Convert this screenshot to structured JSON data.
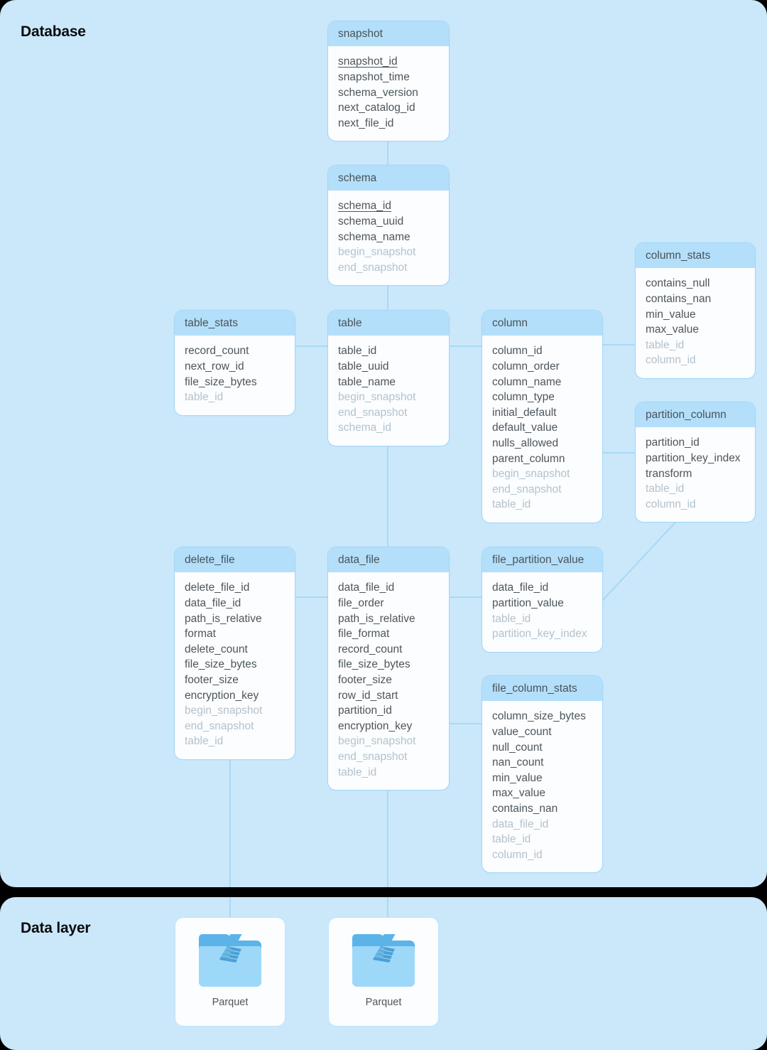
{
  "sections": [
    {
      "id": "database",
      "title": "Database"
    },
    {
      "id": "datalayer",
      "title": "Data layer"
    }
  ],
  "entities": {
    "snapshot": {
      "name": "snapshot",
      "fields": [
        {
          "name": "snapshot_id",
          "kind": "pk"
        },
        {
          "name": "snapshot_time",
          "kind": "attr"
        },
        {
          "name": "schema_version",
          "kind": "attr"
        },
        {
          "name": "next_catalog_id",
          "kind": "attr"
        },
        {
          "name": "next_file_id",
          "kind": "attr"
        }
      ]
    },
    "schema": {
      "name": "schema",
      "fields": [
        {
          "name": "schema_id",
          "kind": "pk"
        },
        {
          "name": "schema_uuid",
          "kind": "attr"
        },
        {
          "name": "schema_name",
          "kind": "attr"
        },
        {
          "name": "begin_snapshot",
          "kind": "fk"
        },
        {
          "name": "end_snapshot",
          "kind": "fk"
        }
      ]
    },
    "table_stats": {
      "name": "table_stats",
      "fields": [
        {
          "name": "record_count",
          "kind": "attr"
        },
        {
          "name": "next_row_id",
          "kind": "attr"
        },
        {
          "name": "file_size_bytes",
          "kind": "attr"
        },
        {
          "name": "table_id",
          "kind": "fk"
        }
      ]
    },
    "table": {
      "name": "table",
      "fields": [
        {
          "name": "table_id",
          "kind": "attr"
        },
        {
          "name": "table_uuid",
          "kind": "attr"
        },
        {
          "name": "table_name",
          "kind": "attr"
        },
        {
          "name": "begin_snapshot",
          "kind": "fk"
        },
        {
          "name": "end_snapshot",
          "kind": "fk"
        },
        {
          "name": "schema_id",
          "kind": "fk"
        }
      ]
    },
    "column": {
      "name": "column",
      "fields": [
        {
          "name": "column_id",
          "kind": "attr"
        },
        {
          "name": "column_order",
          "kind": "attr"
        },
        {
          "name": "column_name",
          "kind": "attr"
        },
        {
          "name": "column_type",
          "kind": "attr"
        },
        {
          "name": "initial_default",
          "kind": "attr"
        },
        {
          "name": "default_value",
          "kind": "attr"
        },
        {
          "name": "nulls_allowed",
          "kind": "attr"
        },
        {
          "name": "parent_column",
          "kind": "attr"
        },
        {
          "name": "begin_snapshot",
          "kind": "fk"
        },
        {
          "name": "end_snapshot",
          "kind": "fk"
        },
        {
          "name": "table_id",
          "kind": "fk"
        }
      ]
    },
    "column_stats": {
      "name": "column_stats",
      "fields": [
        {
          "name": "contains_null",
          "kind": "attr"
        },
        {
          "name": "contains_nan",
          "kind": "attr"
        },
        {
          "name": "min_value",
          "kind": "attr"
        },
        {
          "name": "max_value",
          "kind": "attr"
        },
        {
          "name": "table_id",
          "kind": "fk"
        },
        {
          "name": "column_id",
          "kind": "fk"
        }
      ]
    },
    "partition_column": {
      "name": "partition_column",
      "fields": [
        {
          "name": "partition_id",
          "kind": "attr"
        },
        {
          "name": "partition_key_index",
          "kind": "attr"
        },
        {
          "name": "transform",
          "kind": "attr"
        },
        {
          "name": "table_id",
          "kind": "fk"
        },
        {
          "name": "column_id",
          "kind": "fk"
        }
      ]
    },
    "delete_file": {
      "name": "delete_file",
      "fields": [
        {
          "name": "delete_file_id",
          "kind": "attr"
        },
        {
          "name": "data_file_id",
          "kind": "attr"
        },
        {
          "name": "path_is_relative",
          "kind": "attr"
        },
        {
          "name": "format",
          "kind": "attr"
        },
        {
          "name": "delete_count",
          "kind": "attr"
        },
        {
          "name": "file_size_bytes",
          "kind": "attr"
        },
        {
          "name": "footer_size",
          "kind": "attr"
        },
        {
          "name": "encryption_key",
          "kind": "attr"
        },
        {
          "name": "begin_snapshot",
          "kind": "fk"
        },
        {
          "name": "end_snapshot",
          "kind": "fk"
        },
        {
          "name": "table_id",
          "kind": "fk"
        }
      ]
    },
    "data_file": {
      "name": "data_file",
      "fields": [
        {
          "name": "data_file_id",
          "kind": "attr"
        },
        {
          "name": "file_order",
          "kind": "attr"
        },
        {
          "name": "path_is_relative",
          "kind": "attr"
        },
        {
          "name": "file_format",
          "kind": "attr"
        },
        {
          "name": "record_count",
          "kind": "attr"
        },
        {
          "name": "file_size_bytes",
          "kind": "attr"
        },
        {
          "name": "footer_size",
          "kind": "attr"
        },
        {
          "name": "row_id_start",
          "kind": "attr"
        },
        {
          "name": "partition_id",
          "kind": "attr"
        },
        {
          "name": "encryption_key",
          "kind": "attr"
        },
        {
          "name": "begin_snapshot",
          "kind": "fk"
        },
        {
          "name": "end_snapshot",
          "kind": "fk"
        },
        {
          "name": "table_id",
          "kind": "fk"
        }
      ]
    },
    "file_partition_value": {
      "name": "file_partition_value",
      "fields": [
        {
          "name": "data_file_id",
          "kind": "attr"
        },
        {
          "name": "partition_value",
          "kind": "attr"
        },
        {
          "name": "table_id",
          "kind": "fk"
        },
        {
          "name": "partition_key_index",
          "kind": "fk"
        }
      ]
    },
    "file_column_stats": {
      "name": "file_column_stats",
      "fields": [
        {
          "name": "column_size_bytes",
          "kind": "attr"
        },
        {
          "name": "value_count",
          "kind": "attr"
        },
        {
          "name": "null_count",
          "kind": "attr"
        },
        {
          "name": "nan_count",
          "kind": "attr"
        },
        {
          "name": "min_value",
          "kind": "attr"
        },
        {
          "name": "max_value",
          "kind": "attr"
        },
        {
          "name": "contains_nan",
          "kind": "attr"
        },
        {
          "name": "data_file_id",
          "kind": "fk"
        },
        {
          "name": "table_id",
          "kind": "fk"
        },
        {
          "name": "column_id",
          "kind": "fk"
        }
      ]
    }
  },
  "data_layer": {
    "files": [
      {
        "label": "Parquet",
        "icon": "parquet-folder-icon"
      },
      {
        "label": "Parquet",
        "icon": "parquet-folder-icon"
      }
    ]
  },
  "colors": {
    "panel_background": "#cbe8fb",
    "entity_background": "#fbfdff",
    "entity_header": "#b3dffa",
    "entity_border": "#a5d8f7",
    "edge_line": "#a8d9f6",
    "text_primary": "#4d565c",
    "text_muted": "#b4c2cb",
    "gap": "#000000",
    "folder_back": "#5cb3e8",
    "folder_front": "#9ed8f8"
  }
}
